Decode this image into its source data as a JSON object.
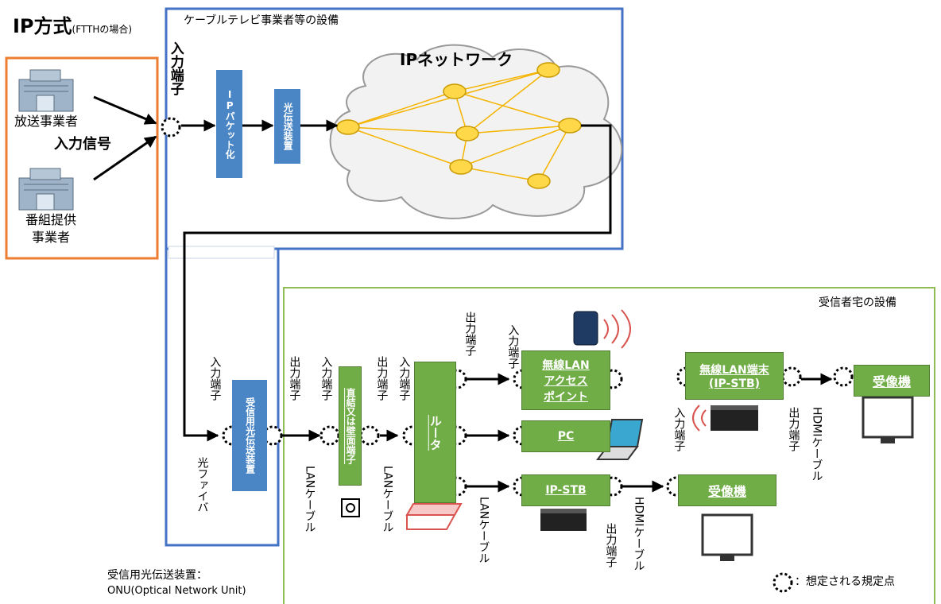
{
  "title": {
    "main": "IP方式",
    "sub": "(FTTHの場合)"
  },
  "sources": {
    "broadcaster": "放送事業者",
    "program_provider_1": "番組提供",
    "program_provider_2": "事業者",
    "input_signal": "入力信号"
  },
  "cable_facility": {
    "label": "ケーブルテレビ事業者等の設備",
    "input_terminal": "入力端子",
    "ip_packetize": "IPパケット化",
    "optical_tx": "光伝送装置",
    "ip_network": "IPネットワーク"
  },
  "receiver_facility": {
    "label": "受信者宅の設備",
    "onu_input": "入力端子",
    "onu": "受信用光伝送装置",
    "onu_output": "出力端子",
    "fiber": "光ファイバ",
    "wall_input": "入力端子",
    "wall_terminal": "直結又は壁面端子",
    "wall_output": "出力端子",
    "lan_cable": "LANケーブル",
    "router_input": "入力端子",
    "router": "ルータ",
    "router_output": "出力端子",
    "ap_input": "入力端子",
    "wireless_ap": [
      "無線LAN",
      "アクセス",
      "ポイント"
    ],
    "pc": "PC",
    "ipstb": "IP-STB",
    "ipstb_output": "出力端子",
    "hdmi_cable": "HDMIケーブル",
    "tv": "受像機",
    "wlan_terminal_1": "無線LAN端末",
    "wlan_terminal_2": "(IP-STB)",
    "wlan_input": "入力端子",
    "wlan_output": "出力端子"
  },
  "notes": {
    "onu_label": "受信用光伝送装置：",
    "onu_full": "ONU(Optical Network Unit)",
    "legend": "：想定される規定点"
  },
  "colors": {
    "blue_box": "#4a86c5",
    "green_box": "#70ad47",
    "cable_frame": "#4472c4",
    "receiver_frame": "#8fbc55",
    "source_frame": "#ed7d31",
    "network_line": "#f5b400"
  }
}
